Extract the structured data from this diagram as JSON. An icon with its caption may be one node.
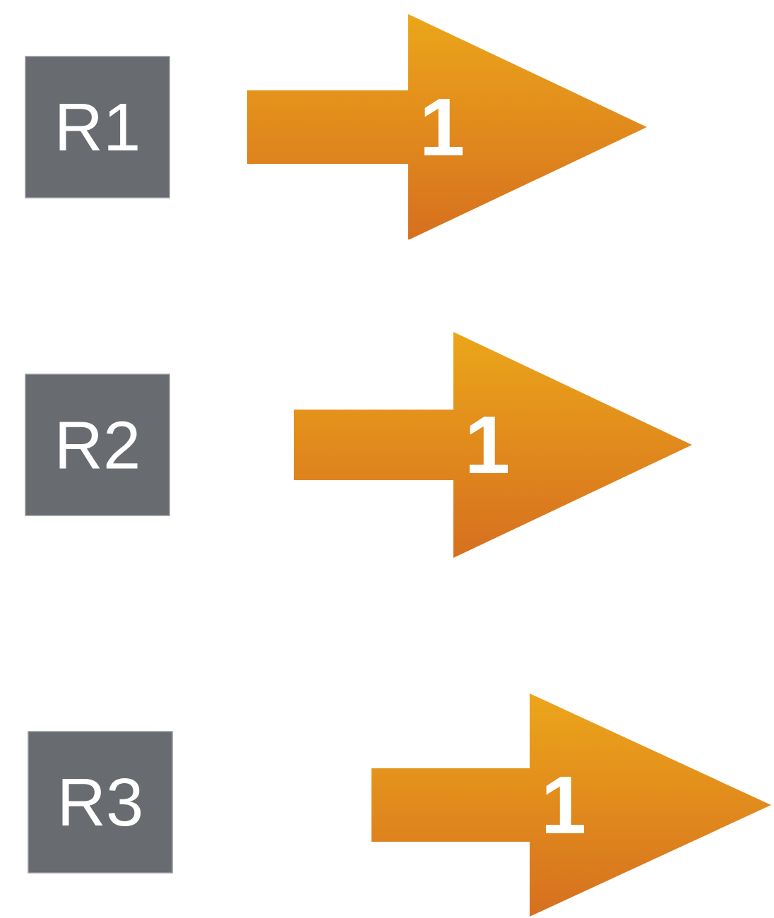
{
  "diagram": {
    "nodes": [
      {
        "text": [
          "R1"
        ]
      },
      {
        "text": [
          "1"
        ]
      },
      {
        "text": [
          "R2"
        ]
      },
      {
        "text": [
          "1"
        ]
      },
      {
        "text": [
          "R3"
        ]
      },
      {
        "text": [
          "1"
        ]
      }
    ]
  }
}
